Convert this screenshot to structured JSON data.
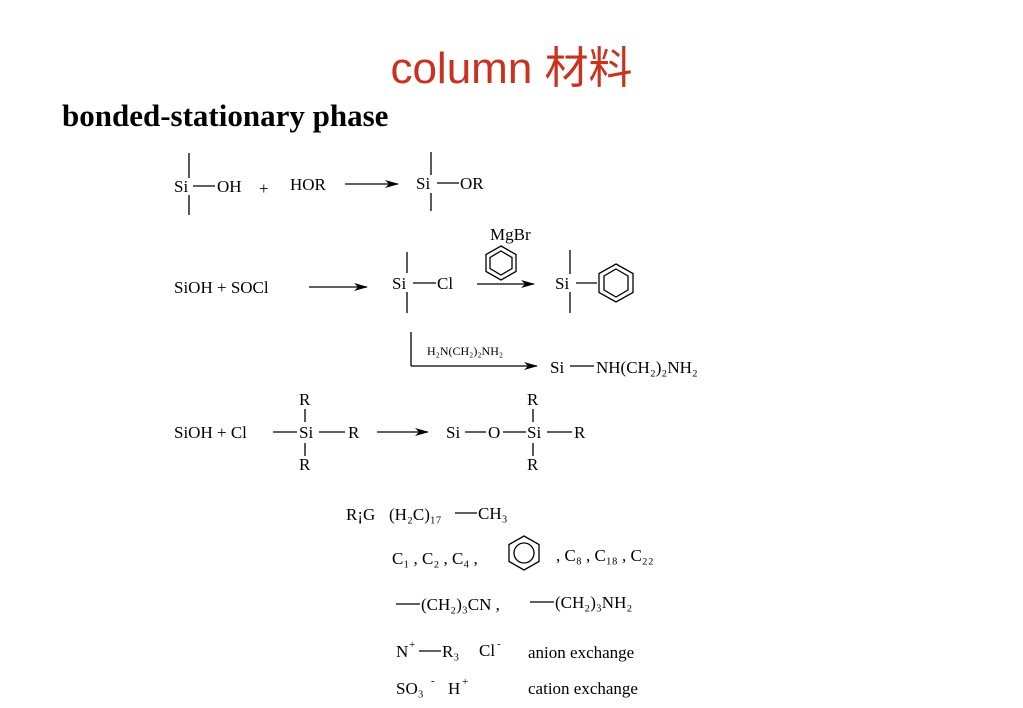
{
  "title": "column 材料",
  "subtitle": "bonded-stationary phase",
  "colors": {
    "title": "#c8321e",
    "text": "#000000",
    "background": "#ffffff"
  },
  "reaction1": {
    "reactant": "OH",
    "plus": "+",
    "reagent": "HOR",
    "product": "OR",
    "si": "Si"
  },
  "reaction2": {
    "reactants": "SiOH + SOCl",
    "intermediate_si": "Si",
    "intermediate_cl": "Cl",
    "grignard": "MgBr",
    "product_si": "Si",
    "branch_reagent": "H₂N(CH₂)₂NH₂",
    "branch_product_si": "Si",
    "branch_product": "NH(CH₂)₂NH₂"
  },
  "reaction3": {
    "reactants": "SiOH + Cl",
    "silane_si": "Si",
    "r": "R",
    "product_si1": "Si",
    "product_o": "O",
    "product_si2": "Si"
  },
  "r_groups": {
    "line1_prefix": "R¡G",
    "line1": "(H₂C)₁₇",
    "line1_end": "CH₃",
    "line2_a": "C₁ , C₂ , C₄ ,",
    "line2_b": ", C₈ , C₁₈ , C₂₂",
    "line3_a": "(CH₂)₃CN ,",
    "line3_b": "(CH₂)₃NH₂",
    "anion_formula_n": "N",
    "anion_formula_r": "R₃",
    "anion_formula_cl": "Cl",
    "anion_label": "anion exchange",
    "cation_formula": "SO₃",
    "cation_h": "H",
    "cation_label": "cation exchange"
  }
}
